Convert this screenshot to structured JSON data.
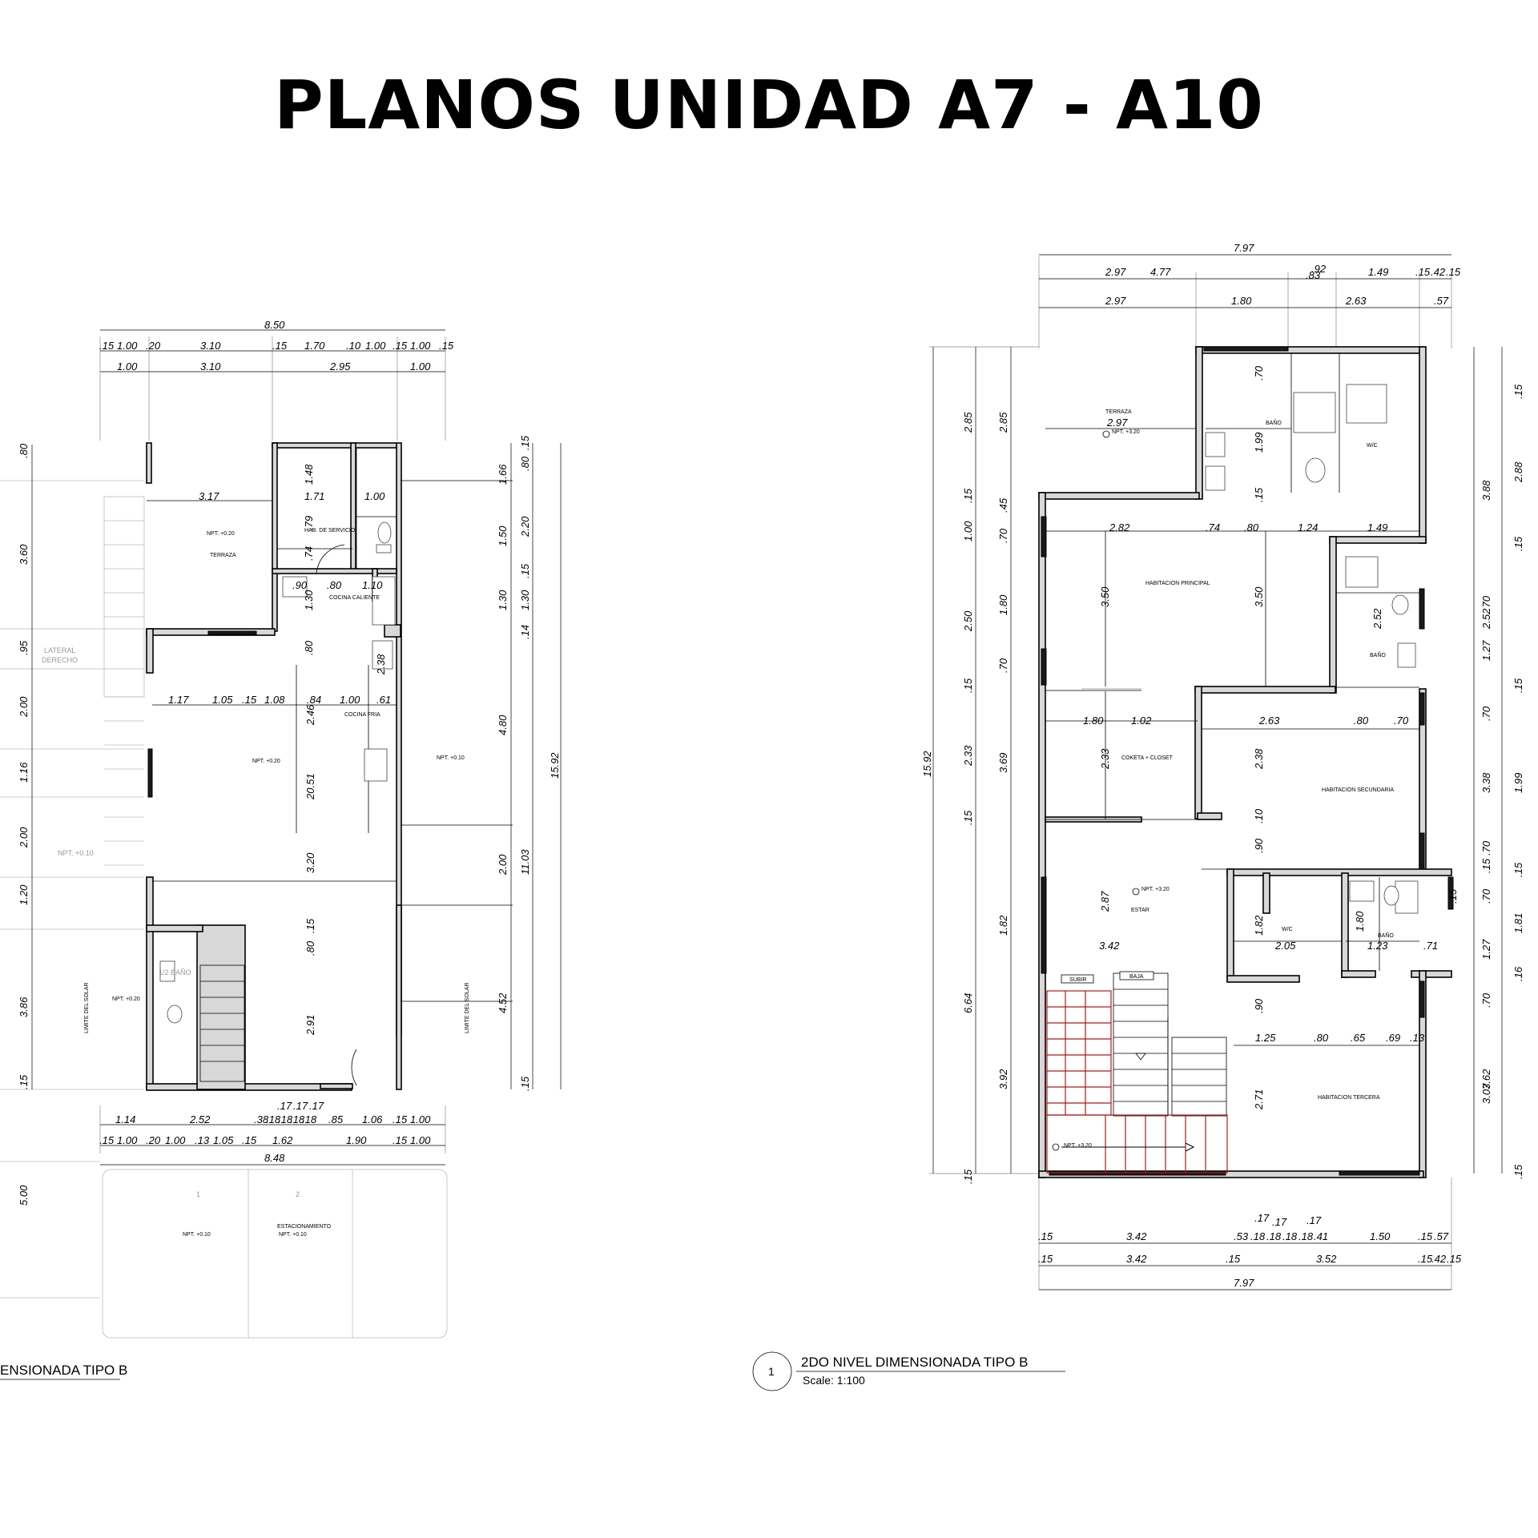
{
  "title": "PLANOS UNIDAD A7 - A10",
  "left_plan": {
    "caption": "ENSIONADA TIPO B",
    "top_total": "8.50",
    "top_row1": [
      ".15",
      "1.00",
      ".20",
      "3.10",
      ".15",
      "1.70",
      ".10",
      "1.00",
      ".15",
      "1.00",
      ".15"
    ],
    "top_row2": [
      "1.00",
      "3.10",
      "2.95",
      "1.00"
    ],
    "bottom_row1": [
      "1.14",
      "2.52",
      ".38",
      ".18",
      ".18",
      ".18",
      ".18",
      ".85",
      "1.06",
      ".15",
      "1.00"
    ],
    "bottom_row1_small": [
      ".17",
      ".17",
      ".17"
    ],
    "bottom_row2": [
      ".15",
      "1.00",
      ".20",
      "1.00",
      ".13",
      "1.05",
      ".15",
      "1.62",
      "1.90",
      ".15",
      "1.00"
    ],
    "bottom_total": "8.48",
    "left_dims": [
      ".80",
      "3.60",
      ".95",
      "2.00",
      "1.16",
      "2.00",
      "1.20",
      "3.86",
      ".15",
      "5.00"
    ],
    "right_dims_inner": [
      "1.66",
      "1.50",
      "1.30",
      "4.80",
      "2.00",
      "4.52"
    ],
    "right_dims_mid": [
      ".15",
      ".80",
      "2.20",
      ".15",
      "1.30",
      ".14",
      "11.03",
      ".15"
    ],
    "right_total": "15.92",
    "interior_dims": [
      "3.17",
      "1.71",
      "1.00",
      "1.48",
      ".79",
      ".74",
      ".90",
      ".80",
      "1.10",
      "1.30",
      ".80",
      "2.38",
      "1.17",
      "1.05",
      ".15",
      "1.08",
      ".84",
      "1.00",
      ".61",
      "2.46",
      "20.51",
      "3.20",
      ".15",
      ".80",
      "2.91"
    ],
    "rooms": [
      "TERRAZA",
      "HAB. DE SERVICIO",
      "COCINA CALIENTE",
      "COCINA FRIA",
      "LATERAL",
      "DERECHO",
      "1/2 BAÑO",
      "LIMITE DEL SOLAR",
      "LIMITE DEL SOLAR",
      "ESTACIONAMIENTO",
      "1",
      "2"
    ],
    "npts": [
      "NPT. +0.20",
      "NPT. +0.20",
      "NPT. +0.10",
      "NPT. +0.10",
      "NPT. +0.20",
      "NPT. +0.10",
      "NPT. +0.10"
    ]
  },
  "right_plan": {
    "caption_number": "1",
    "caption_title": "2DO NIVEL DIMENSIONADA TIPO B",
    "caption_scale": "Scale: 1:100",
    "top_total": "7.97",
    "top_row1": [
      "2.97",
      "4.77",
      ".83",
      ".92",
      "1.49",
      ".15",
      ".42",
      ".15"
    ],
    "top_row2": [
      "2.97",
      "1.80",
      "2.63",
      ".57"
    ],
    "bottom_row1": [
      ".15",
      "3.42",
      ".53",
      ".18",
      ".18",
      ".18",
      ".18",
      ".41",
      "1.50",
      ".15",
      ".57"
    ],
    "bottom_row1_small": [
      ".17",
      ".17",
      ".17"
    ],
    "bottom_row2": [
      ".15",
      "3.42",
      ".15",
      "3.52",
      ".15",
      ".42",
      ".15"
    ],
    "bottom_total": "7.97",
    "left_total": "15.92",
    "left_col1": [
      "2.85",
      ".15",
      "1.00",
      "2.50",
      ".15",
      "2.33",
      ".15",
      "6.64",
      ".15"
    ],
    "left_col2": [
      "2.85",
      ".45",
      ".70",
      "1.80",
      ".70",
      "3.69",
      "1.82",
      "3.92"
    ],
    "right_col1": [
      "3.88",
      "2.52",
      "3.38",
      "3.62"
    ],
    "right_col2": [
      ".15",
      "2.88",
      ".15",
      ".70",
      "1.27",
      ".15",
      ".70",
      "1.99",
      ".15",
      ".70",
      ".15",
      ".70",
      "1.27",
      ".16",
      ".70",
      "3.07",
      ".15"
    ],
    "right_col3": [
      ".15",
      "1.81"
    ],
    "interior_dims": [
      "2.97",
      ".70",
      "1.99",
      ".15",
      "2.82",
      ".74",
      ".80",
      "1.24",
      "1.49",
      "3.50",
      "3.50",
      "2.52",
      "1.80",
      "1.02",
      "2.63",
      ".80",
      ".70",
      "2.33",
      "2.38",
      ".10",
      ".90",
      "2.87",
      "1.82",
      "2.05",
      "1.80",
      "1.23",
      ".71",
      "3.42",
      ".90",
      "1.25",
      ".80",
      ".65",
      ".69",
      ".13",
      "2.71"
    ],
    "rooms": [
      "TERRAZA",
      "BAÑO",
      "W/C",
      "HABITACION PRINCIPAL",
      "BAÑO",
      "COKETA + CLOSET",
      "HABITACION SECUNDARIA",
      "ESTAR",
      "W/C",
      "BAÑO",
      "HABITACION TERCERA",
      "SUBIR",
      "BAJA"
    ],
    "npts": [
      "NPT. +3.20",
      "NPT. +3.20",
      "NPT. +3.20"
    ]
  }
}
